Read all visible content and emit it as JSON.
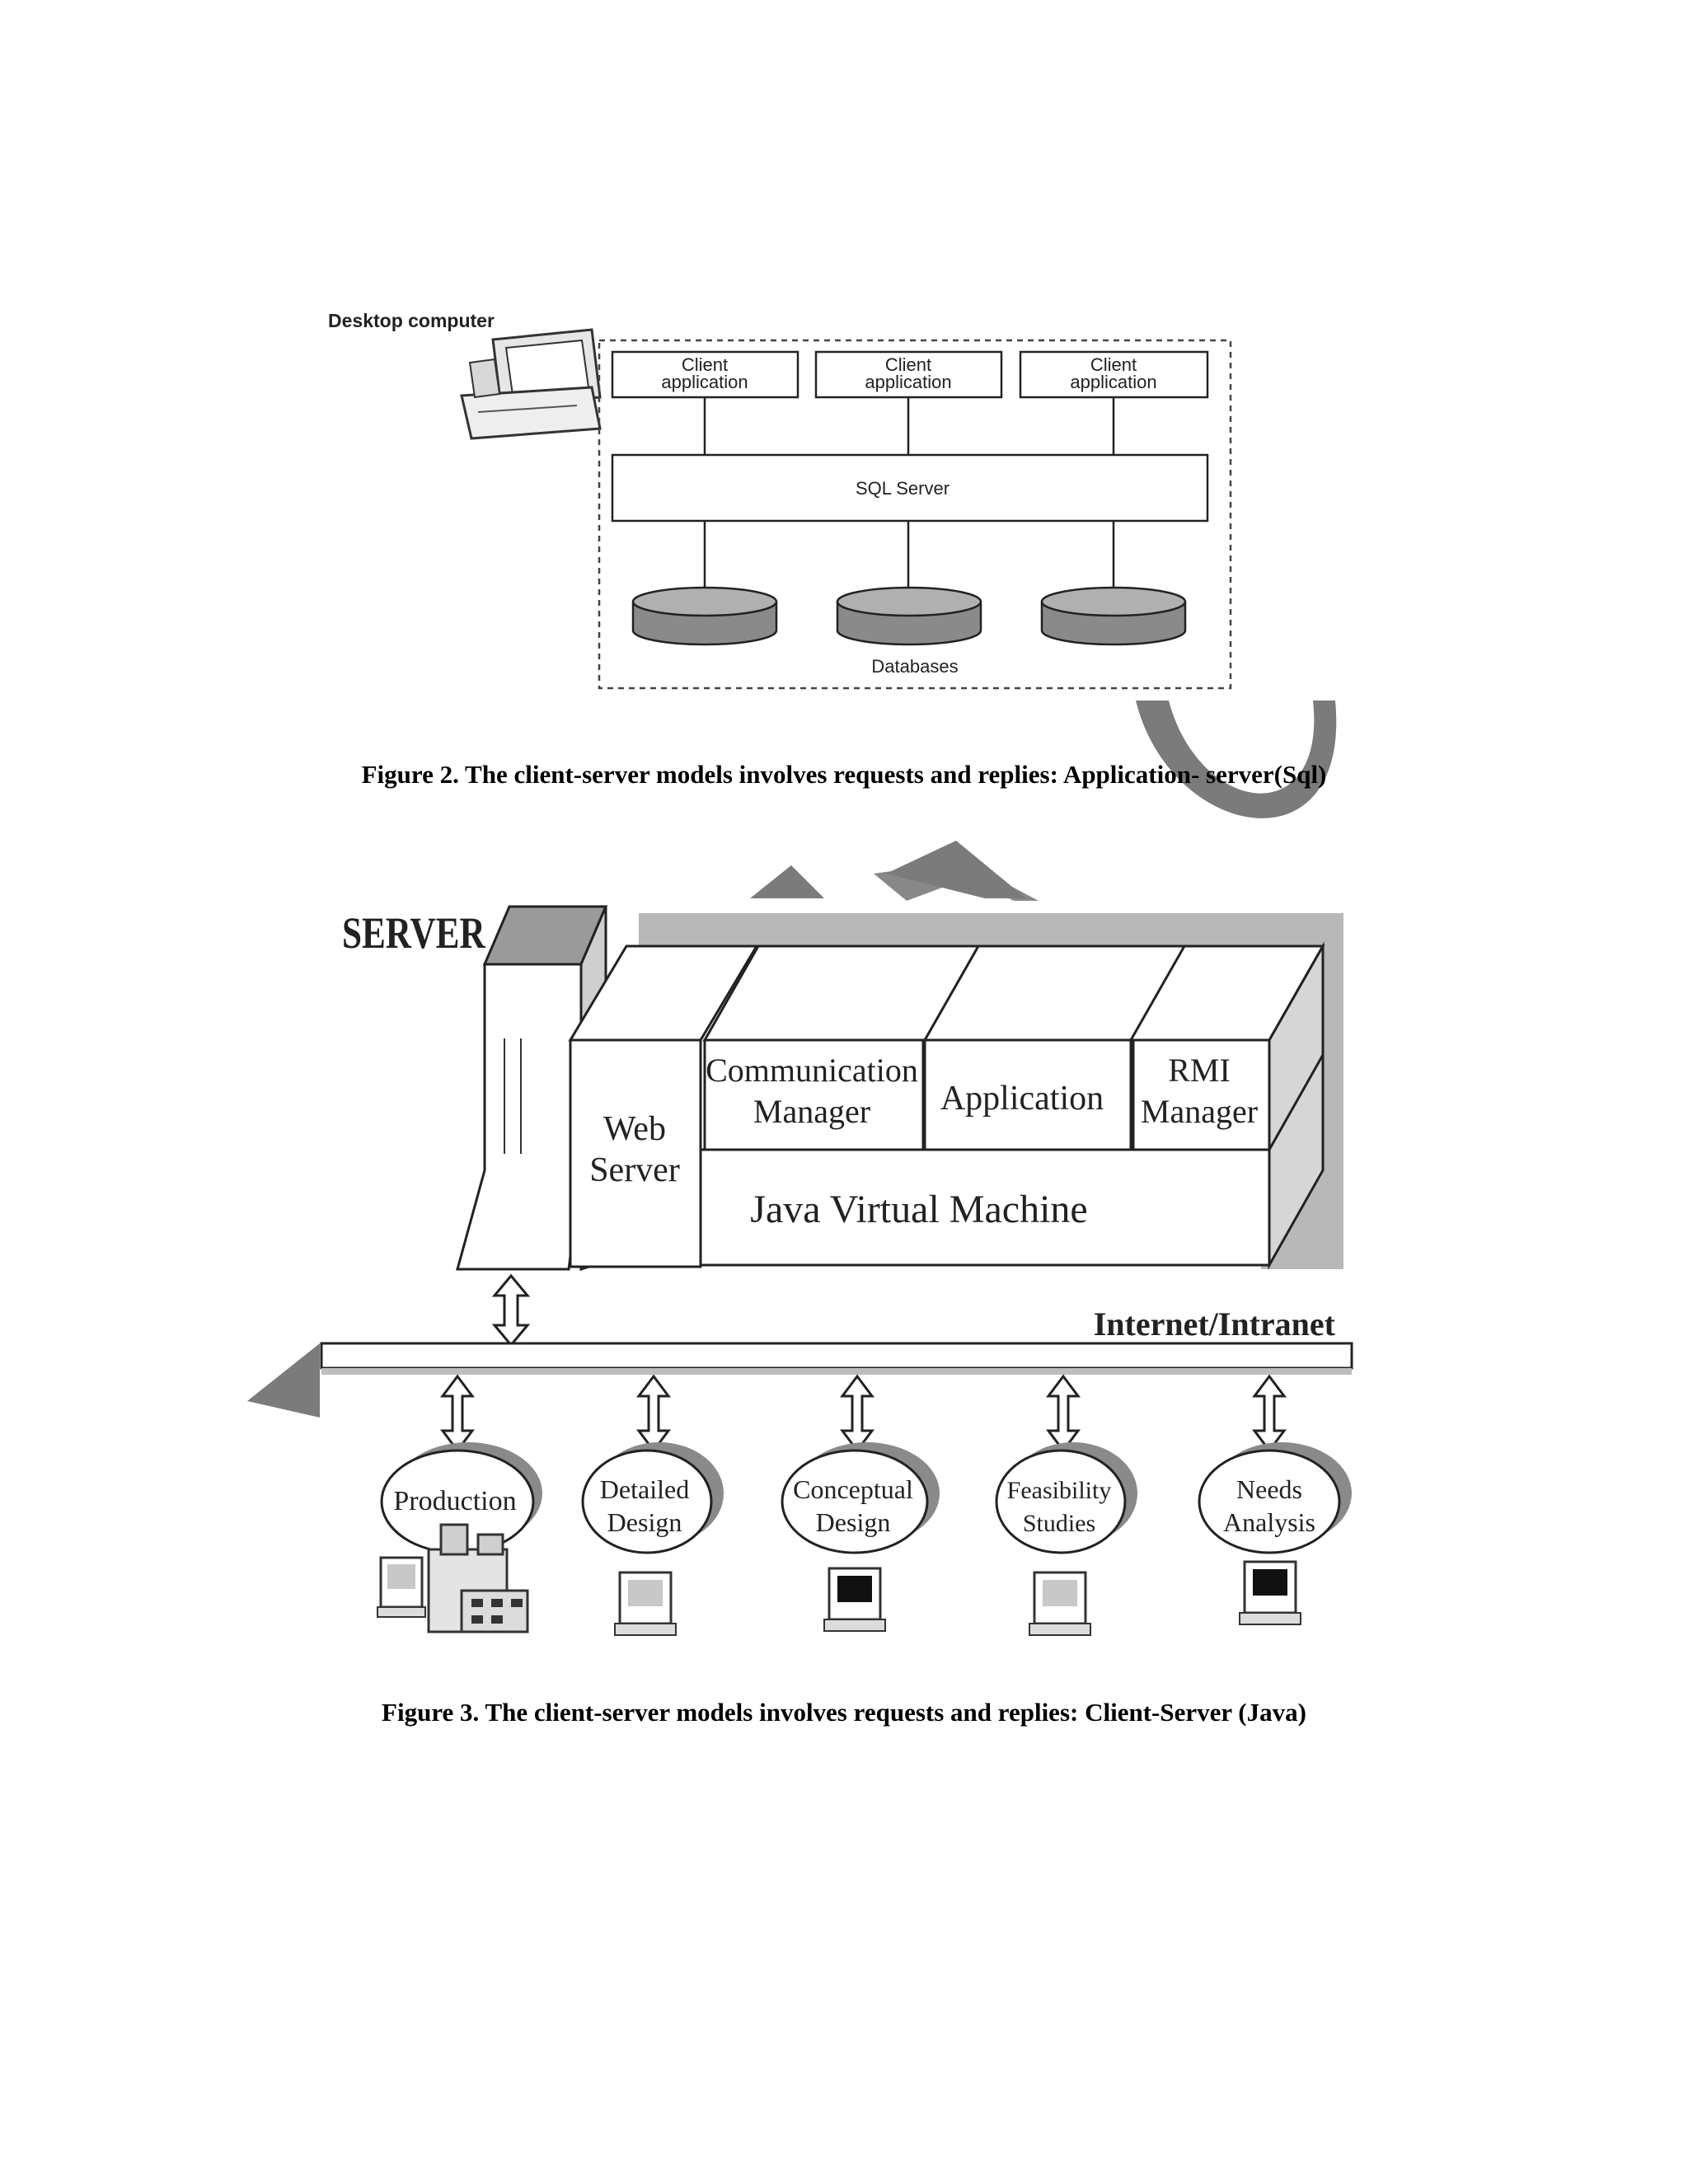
{
  "figure2": {
    "desktop_label": "Desktop computer",
    "client_boxes": [
      {
        "line1": "Client",
        "line2": "application"
      },
      {
        "line1": "Client",
        "line2": "application"
      },
      {
        "line1": "Client",
        "line2": "application"
      }
    ],
    "server_label": "SQL Server",
    "databases_label": "Databases",
    "caption": "Figure 2. The client-server models involves requests and replies: Application-  server(Sql)"
  },
  "figure3": {
    "server_title": "SERVER",
    "web_server": {
      "line1": "Web",
      "line2": "Server"
    },
    "communication_manager": {
      "line1": "Communication",
      "line2": "Manager"
    },
    "application": "Application",
    "rmi_manager": {
      "line1": "RMI",
      "line2": "Manager"
    },
    "jvm": "Java Virtual Machine",
    "network_label": "Internet/Intranet",
    "clients": [
      {
        "line1": "Production",
        "line2": ""
      },
      {
        "line1": "Detailed",
        "line2": "Design"
      },
      {
        "line1": "Conceptual",
        "line2": "Design"
      },
      {
        "line1": "Feasibility",
        "line2": "Studies"
      },
      {
        "line1": "Needs",
        "line2": "Analysis"
      }
    ],
    "caption": "Figure 3. The client-server models involves requests and replies: Client-Server (Java)"
  }
}
